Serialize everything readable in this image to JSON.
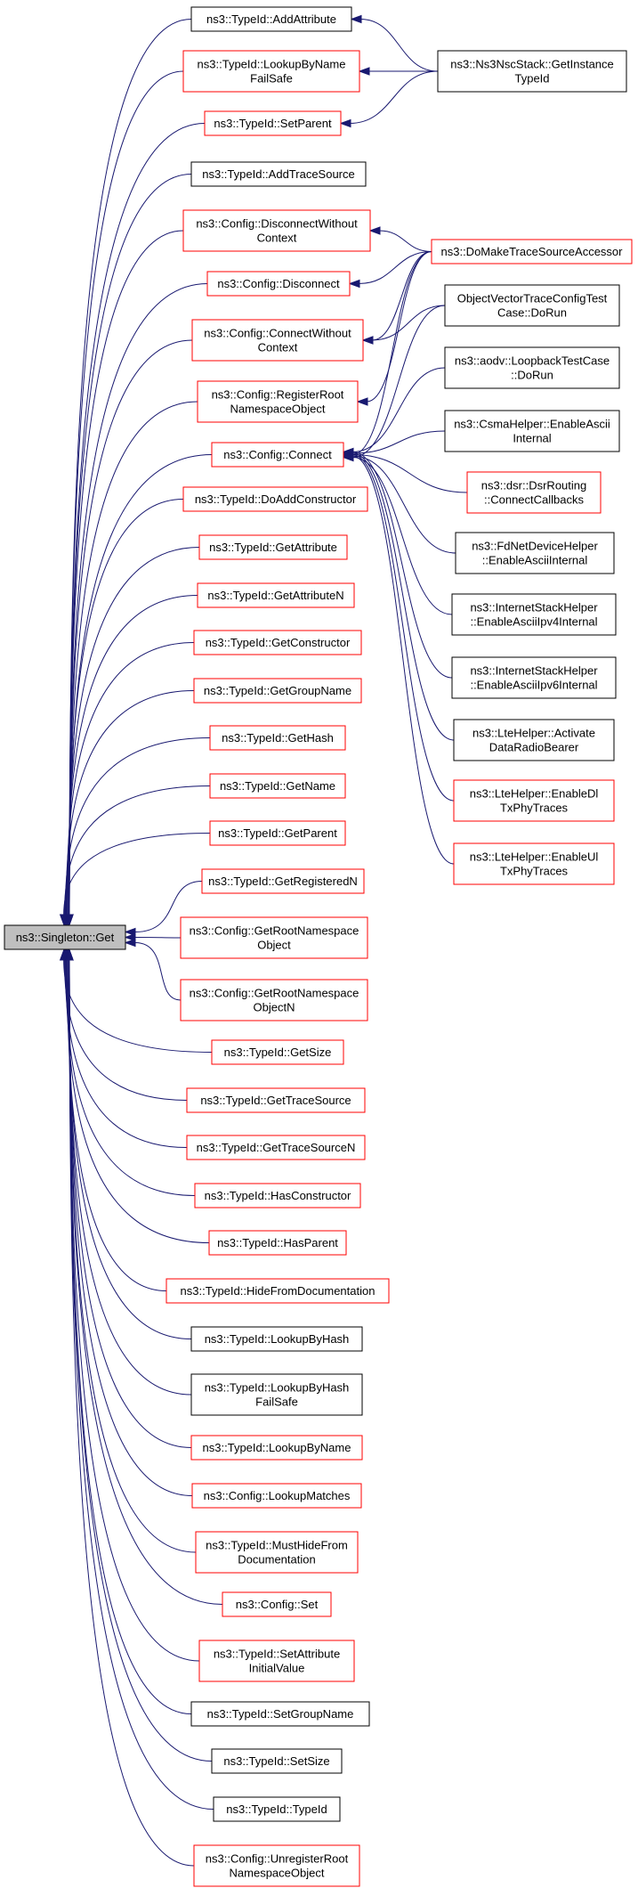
{
  "colors": {
    "edge": "#191970",
    "border_link": "#ff0000",
    "border_normal": "#000000",
    "root_fill": "#bfbfbf"
  },
  "root": {
    "lines": [
      "ns3::Singleton::Get"
    ]
  },
  "col1": [
    {
      "id": "add-attribute",
      "lines": [
        "ns3::TypeId::AddAttribute"
      ],
      "border": "black"
    },
    {
      "id": "lookup-by-name-failsafe",
      "lines": [
        "ns3::TypeId::LookupByName",
        "FailSafe"
      ],
      "border": "red"
    },
    {
      "id": "set-parent",
      "lines": [
        "ns3::TypeId::SetParent"
      ],
      "border": "red"
    },
    {
      "id": "add-trace-source",
      "lines": [
        "ns3::TypeId::AddTraceSource"
      ],
      "border": "black"
    },
    {
      "id": "disconnect-without-context",
      "lines": [
        "ns3::Config::DisconnectWithout",
        "Context"
      ],
      "border": "red"
    },
    {
      "id": "disconnect",
      "lines": [
        "ns3::Config::Disconnect"
      ],
      "border": "red"
    },
    {
      "id": "connect-without-context",
      "lines": [
        "ns3::Config::ConnectWithout",
        "Context"
      ],
      "border": "red"
    },
    {
      "id": "register-root-namespace-object",
      "lines": [
        "ns3::Config::RegisterRoot",
        "NamespaceObject"
      ],
      "border": "red"
    },
    {
      "id": "connect",
      "lines": [
        "ns3::Config::Connect"
      ],
      "border": "red"
    },
    {
      "id": "do-add-constructor",
      "lines": [
        "ns3::TypeId::DoAddConstructor"
      ],
      "border": "red"
    },
    {
      "id": "get-attribute",
      "lines": [
        "ns3::TypeId::GetAttribute"
      ],
      "border": "red"
    },
    {
      "id": "get-attribute-n",
      "lines": [
        "ns3::TypeId::GetAttributeN"
      ],
      "border": "red"
    },
    {
      "id": "get-constructor",
      "lines": [
        "ns3::TypeId::GetConstructor"
      ],
      "border": "red"
    },
    {
      "id": "get-group-name",
      "lines": [
        "ns3::TypeId::GetGroupName"
      ],
      "border": "red"
    },
    {
      "id": "get-hash",
      "lines": [
        "ns3::TypeId::GetHash"
      ],
      "border": "red"
    },
    {
      "id": "get-name",
      "lines": [
        "ns3::TypeId::GetName"
      ],
      "border": "red"
    },
    {
      "id": "get-parent",
      "lines": [
        "ns3::TypeId::GetParent"
      ],
      "border": "red"
    },
    {
      "id": "get-registered-n",
      "lines": [
        "ns3::TypeId::GetRegisteredN"
      ],
      "border": "red"
    },
    {
      "id": "get-root-namespace-object",
      "lines": [
        "ns3::Config::GetRootNamespace",
        "Object"
      ],
      "border": "red"
    },
    {
      "id": "get-root-namespace-object-n",
      "lines": [
        "ns3::Config::GetRootNamespace",
        "ObjectN"
      ],
      "border": "red"
    },
    {
      "id": "get-size",
      "lines": [
        "ns3::TypeId::GetSize"
      ],
      "border": "red"
    },
    {
      "id": "get-trace-source",
      "lines": [
        "ns3::TypeId::GetTraceSource"
      ],
      "border": "red"
    },
    {
      "id": "get-trace-source-n",
      "lines": [
        "ns3::TypeId::GetTraceSourceN"
      ],
      "border": "red"
    },
    {
      "id": "has-constructor",
      "lines": [
        "ns3::TypeId::HasConstructor"
      ],
      "border": "red"
    },
    {
      "id": "has-parent",
      "lines": [
        "ns3::TypeId::HasParent"
      ],
      "border": "red"
    },
    {
      "id": "hide-from-documentation",
      "lines": [
        "ns3::TypeId::HideFromDocumentation"
      ],
      "border": "red"
    },
    {
      "id": "lookup-by-hash",
      "lines": [
        "ns3::TypeId::LookupByHash"
      ],
      "border": "black"
    },
    {
      "id": "lookup-by-hash-failsafe",
      "lines": [
        "ns3::TypeId::LookupByHash",
        "FailSafe"
      ],
      "border": "black"
    },
    {
      "id": "lookup-by-name",
      "lines": [
        "ns3::TypeId::LookupByName"
      ],
      "border": "red"
    },
    {
      "id": "lookup-matches",
      "lines": [
        "ns3::Config::LookupMatches"
      ],
      "border": "red"
    },
    {
      "id": "must-hide-from-documentation",
      "lines": [
        "ns3::TypeId::MustHideFrom",
        "Documentation"
      ],
      "border": "red"
    },
    {
      "id": "config-set",
      "lines": [
        "ns3::Config::Set"
      ],
      "border": "red"
    },
    {
      "id": "set-attribute-initial-value",
      "lines": [
        "ns3::TypeId::SetAttribute",
        "InitialValue"
      ],
      "border": "red"
    },
    {
      "id": "set-group-name",
      "lines": [
        "ns3::TypeId::SetGroupName"
      ],
      "border": "black"
    },
    {
      "id": "set-size",
      "lines": [
        "ns3::TypeId::SetSize"
      ],
      "border": "black"
    },
    {
      "id": "type-id",
      "lines": [
        "ns3::TypeId::TypeId"
      ],
      "border": "black"
    },
    {
      "id": "unregister-root-namespace-object",
      "lines": [
        "ns3::Config::UnregisterRoot",
        "NamespaceObject"
      ],
      "border": "red"
    }
  ],
  "col2": [
    {
      "id": "ns3-nsc-stack-get-instance-type-id",
      "lines": [
        "ns3::Ns3NscStack::GetInstance",
        "TypeId"
      ],
      "border": "black"
    },
    {
      "id": "do-make-trace-source-accessor",
      "lines": [
        "ns3::DoMakeTraceSourceAccessor"
      ],
      "border": "red"
    },
    {
      "id": "object-vector-trace-config-test-case-do-run",
      "lines": [
        "ObjectVectorTraceConfigTest",
        "Case::DoRun"
      ],
      "border": "black"
    },
    {
      "id": "aodv-loopback-test-case-do-run",
      "lines": [
        "ns3::aodv::LoopbackTestCase",
        "::DoRun"
      ],
      "border": "black"
    },
    {
      "id": "csma-helper-enable-ascii-internal",
      "lines": [
        "ns3::CsmaHelper::EnableAscii",
        "Internal"
      ],
      "border": "black"
    },
    {
      "id": "dsr-routing-connect-callbacks",
      "lines": [
        "ns3::dsr::DsrRouting",
        "::ConnectCallbacks"
      ],
      "border": "red"
    },
    {
      "id": "fd-net-device-helper-enable-ascii-internal",
      "lines": [
        "ns3::FdNetDeviceHelper",
        "::EnableAsciiInternal"
      ],
      "border": "black"
    },
    {
      "id": "internet-stack-helper-enable-ascii-ipv4-internal",
      "lines": [
        "ns3::InternetStackHelper",
        "::EnableAsciiIpv4Internal"
      ],
      "border": "black"
    },
    {
      "id": "internet-stack-helper-enable-ascii-ipv6-internal",
      "lines": [
        "ns3::InternetStackHelper",
        "::EnableAsciiIpv6Internal"
      ],
      "border": "black"
    },
    {
      "id": "lte-helper-activate-data-radio-bearer",
      "lines": [
        "ns3::LteHelper::Activate",
        "DataRadioBearer"
      ],
      "border": "black"
    },
    {
      "id": "lte-helper-enable-dl-tx-phy-traces",
      "lines": [
        "ns3::LteHelper::EnableDl",
        "TxPhyTraces"
      ],
      "border": "red"
    },
    {
      "id": "lte-helper-enable-ul-tx-phy-traces",
      "lines": [
        "ns3::LteHelper::EnableUl",
        "TxPhyTraces"
      ],
      "border": "red"
    }
  ]
}
